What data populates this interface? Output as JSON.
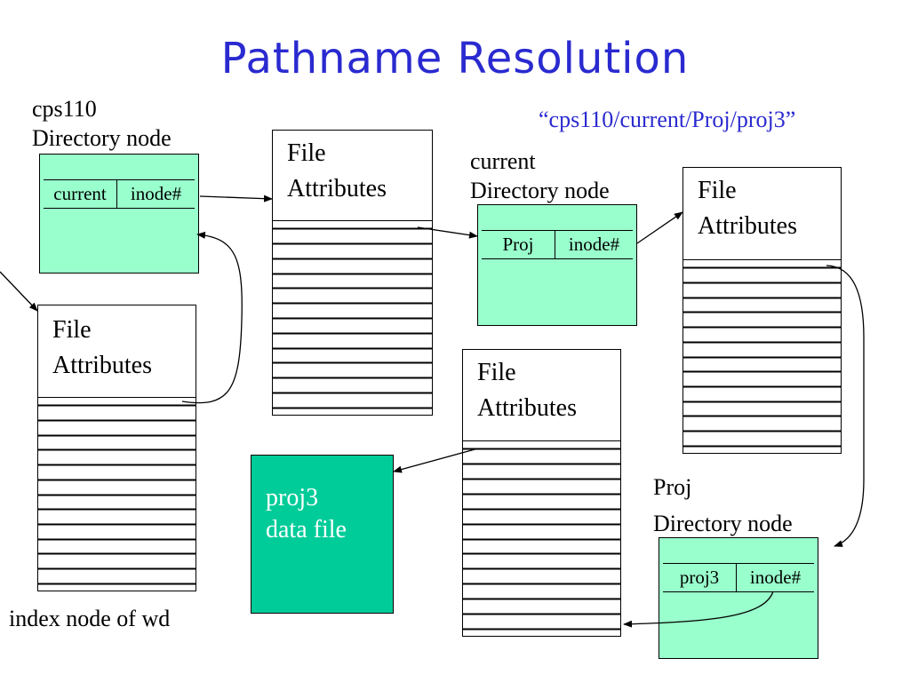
{
  "title": "Pathname Resolution",
  "path_string": "“cps110/current/Proj/proj3”",
  "cps110_node": {
    "label_line1": "cps110",
    "label_line2": "Directory node",
    "entry_name": "current",
    "entry_value": "inode#"
  },
  "current_node": {
    "label_line1": "current",
    "label_line2": "Directory node",
    "entry_name": "Proj",
    "entry_value": "inode#"
  },
  "proj_node": {
    "label_line1": "Proj",
    "label_line2": "Directory node",
    "entry_name": "proj3",
    "entry_value": "inode#"
  },
  "inode_label_line1": "File",
  "inode_label_line2": "Attributes",
  "wd_label": "index node of wd",
  "data_file": {
    "line1": "proj3",
    "line2": "data file"
  },
  "colors": {
    "title": "#2a2ad0",
    "directory_node": "#99ffcc",
    "data_file": "#00cc99"
  }
}
